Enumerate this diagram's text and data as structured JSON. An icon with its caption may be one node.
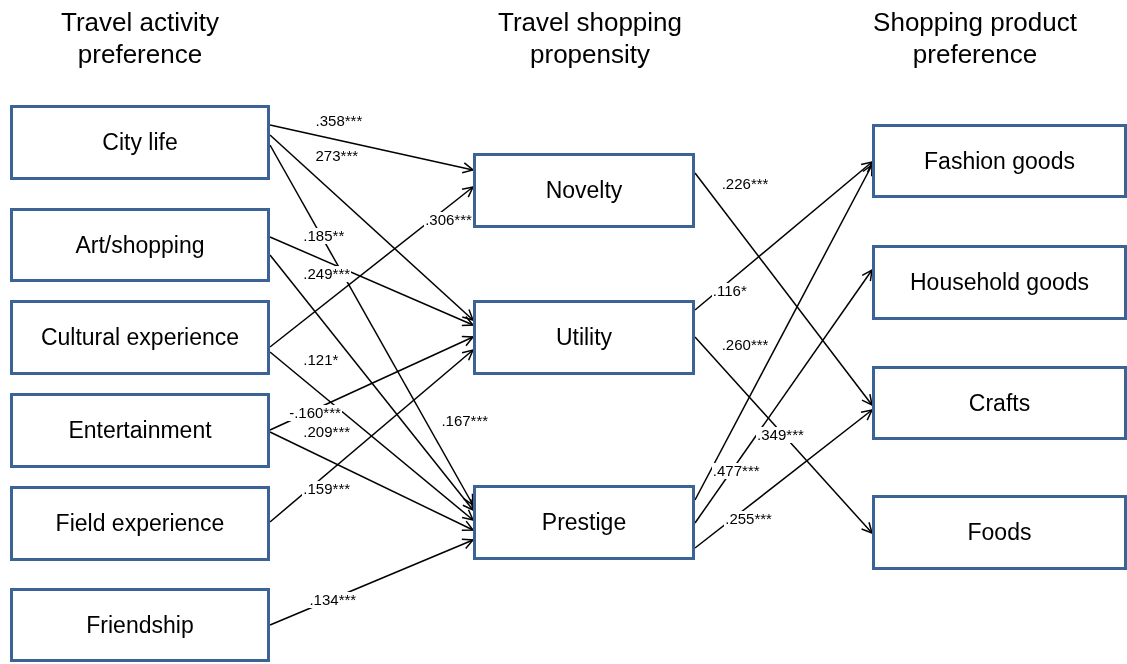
{
  "diagram": {
    "nodes": [
      {
        "text": [
          "City life"
        ]
      },
      {
        "text": [
          "Art/shopping"
        ]
      },
      {
        "text": [
          "Cultural experience"
        ]
      },
      {
        "text": [
          "Entertainment"
        ]
      },
      {
        "text": [
          "Field experience"
        ]
      },
      {
        "text": [
          "Friendship"
        ]
      },
      {
        "text": [
          "Novelty"
        ]
      },
      {
        "text": [
          "Utility"
        ]
      },
      {
        "text": [
          "Prestige"
        ]
      },
      {
        "text": [
          "Fashion goods"
        ]
      },
      {
        "text": [
          "Household goods"
        ]
      },
      {
        "text": [
          "Crafts"
        ]
      },
      {
        "text": [
          "Foods"
        ]
      }
    ],
    "edges": [
      {
        "from": 0,
        "to": 6,
        "arrow": "to",
        "label": ".358***"
      },
      {
        "from": 0,
        "to": 7,
        "arrow": "to",
        "label": "273***"
      },
      {
        "from": 0,
        "to": 8,
        "arrow": "to",
        "label": ".167***"
      },
      {
        "from": 1,
        "to": 7,
        "arrow": "to",
        "label": ".185**"
      },
      {
        "from": 1,
        "to": 8,
        "arrow": "to",
        "label": ".249***"
      },
      {
        "from": 2,
        "to": 6,
        "arrow": "to",
        "label": ".306***"
      },
      {
        "from": 2,
        "to": 8,
        "arrow": "to",
        "label": ".121*"
      },
      {
        "from": 3,
        "to": 7,
        "arrow": "to",
        "label": "-.160***"
      },
      {
        "from": 3,
        "to": 8,
        "arrow": "to",
        "label": ".209***"
      },
      {
        "from": 4,
        "to": 7,
        "arrow": "to",
        "label": ".159***"
      },
      {
        "from": 5,
        "to": 8,
        "arrow": "to",
        "label": ".134***"
      },
      {
        "from": 6,
        "to": 11,
        "arrow": "to",
        "label": ".226***"
      },
      {
        "from": 7,
        "to": 9,
        "arrow": "to",
        "label": ".116*"
      },
      {
        "from": 7,
        "to": 12,
        "arrow": "to",
        "label": ".260***"
      },
      {
        "from": 8,
        "to": 9,
        "arrow": "to",
        "label": ".477***"
      },
      {
        "from": 8,
        "to": 10,
        "arrow": "to",
        "label": ".349***"
      },
      {
        "from": 8,
        "to": 11,
        "arrow": "to",
        "label": ".255***"
      }
    ],
    "labels": [
      "Travel activity preference",
      "Travel shopping propensity",
      "Shopping product preference"
    ]
  }
}
